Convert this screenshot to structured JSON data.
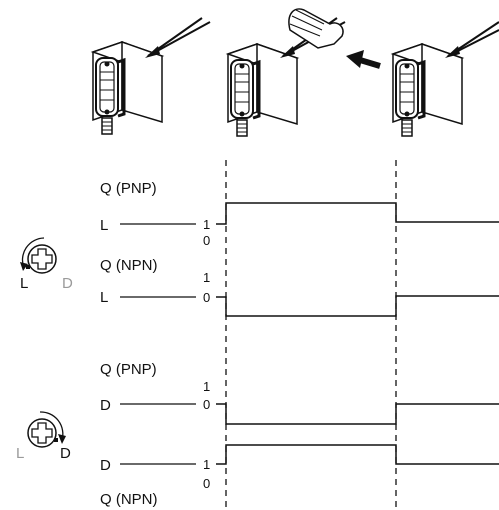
{
  "panels": [
    {
      "id": "light_switching",
      "mode_knob": {
        "left_label": "L",
        "right_label": "D",
        "active": "L"
      },
      "rows": [
        {
          "signal": "Q (PNP)",
          "mode": "L",
          "tick_high": "1",
          "tick_low": "0"
        },
        {
          "signal": "Q (NPN)",
          "mode": "L",
          "tick_high": "1",
          "tick_low": "0"
        }
      ]
    },
    {
      "id": "dark_switching",
      "mode_knob": {
        "left_label": "L",
        "right_label": "D",
        "active": "D"
      },
      "rows": [
        {
          "signal": "Q (PNP)",
          "mode": "D",
          "tick_high": "1",
          "tick_low": "0"
        },
        {
          "signal": "Q (NPN)",
          "mode": "D",
          "tick_high": "1",
          "tick_low": "0"
        }
      ]
    }
  ],
  "colors": {
    "line": "#111111",
    "inactive_label": "#9a9a9a"
  },
  "icons": [
    "photoelectric-sensor-icon",
    "hand-icon",
    "arrow-icon",
    "dial-knob-icon"
  ]
}
